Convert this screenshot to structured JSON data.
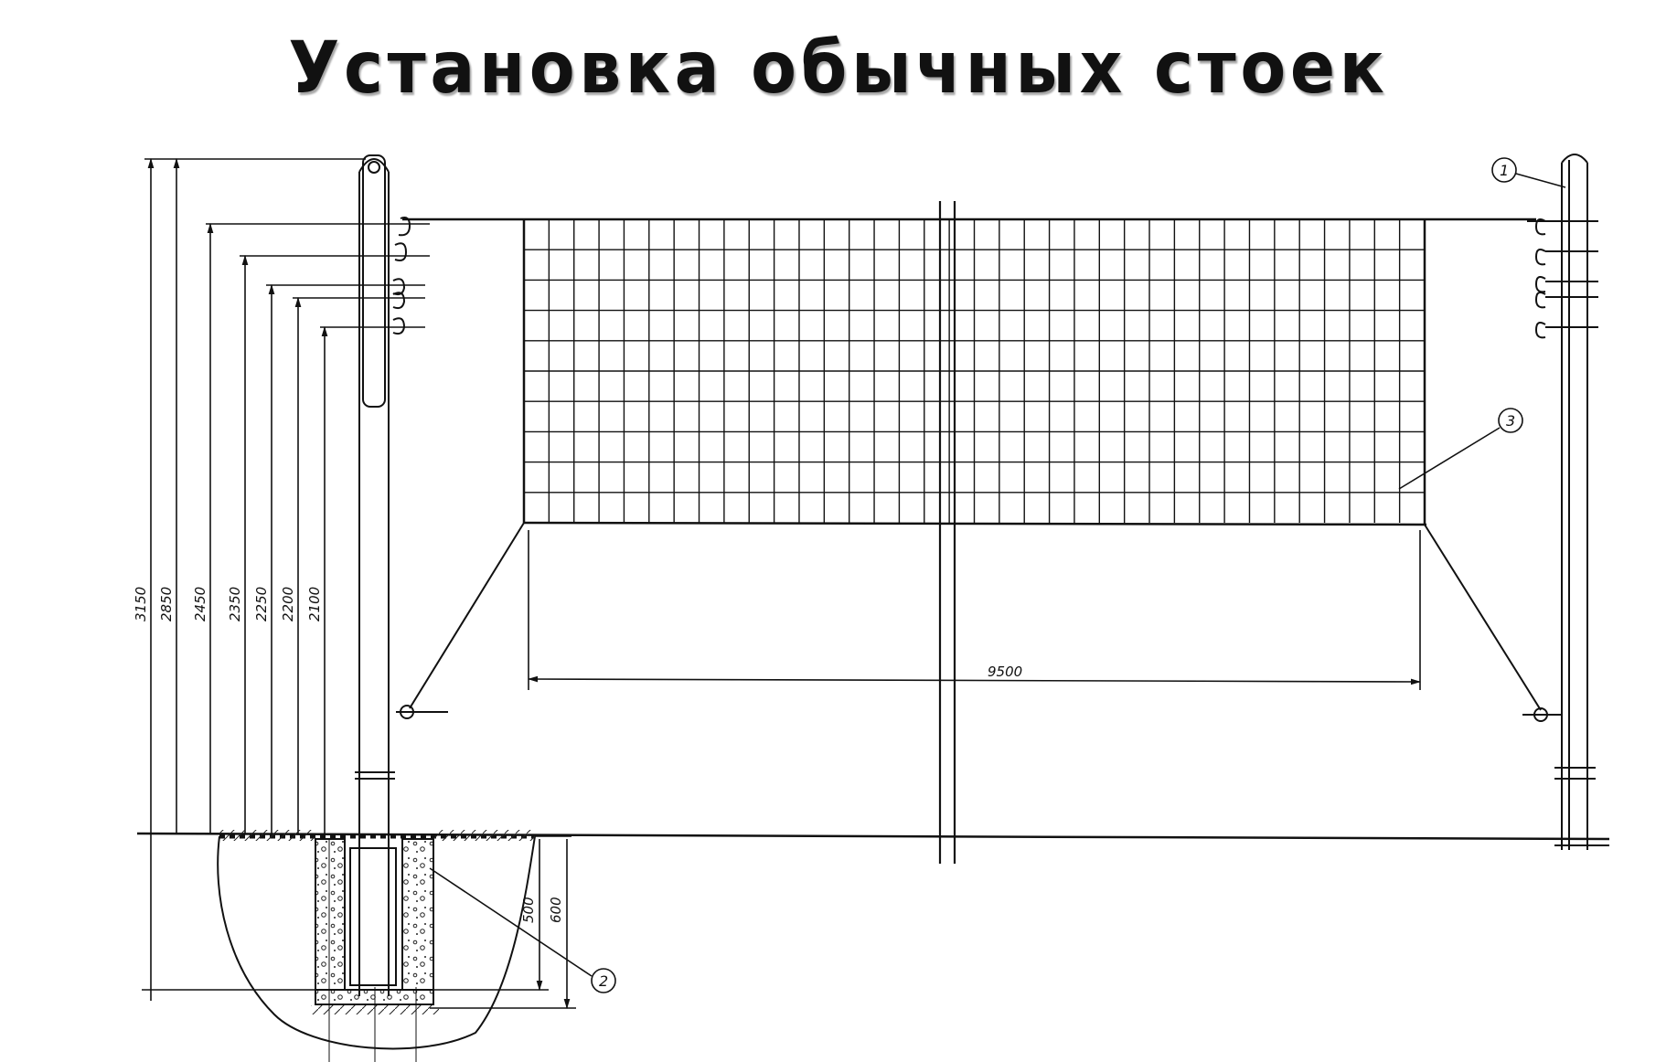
{
  "title": "Установка обычных стоек",
  "dimensions": {
    "heights": [
      "3150",
      "2850",
      "2450",
      "2350",
      "2250",
      "2200",
      "2100"
    ],
    "span": "9500",
    "footing_depth": "500",
    "footing_depth_total": "600"
  },
  "callouts": [
    "1",
    "2",
    "3"
  ],
  "colors": {
    "line": "#111111",
    "background": "#ffffff"
  }
}
